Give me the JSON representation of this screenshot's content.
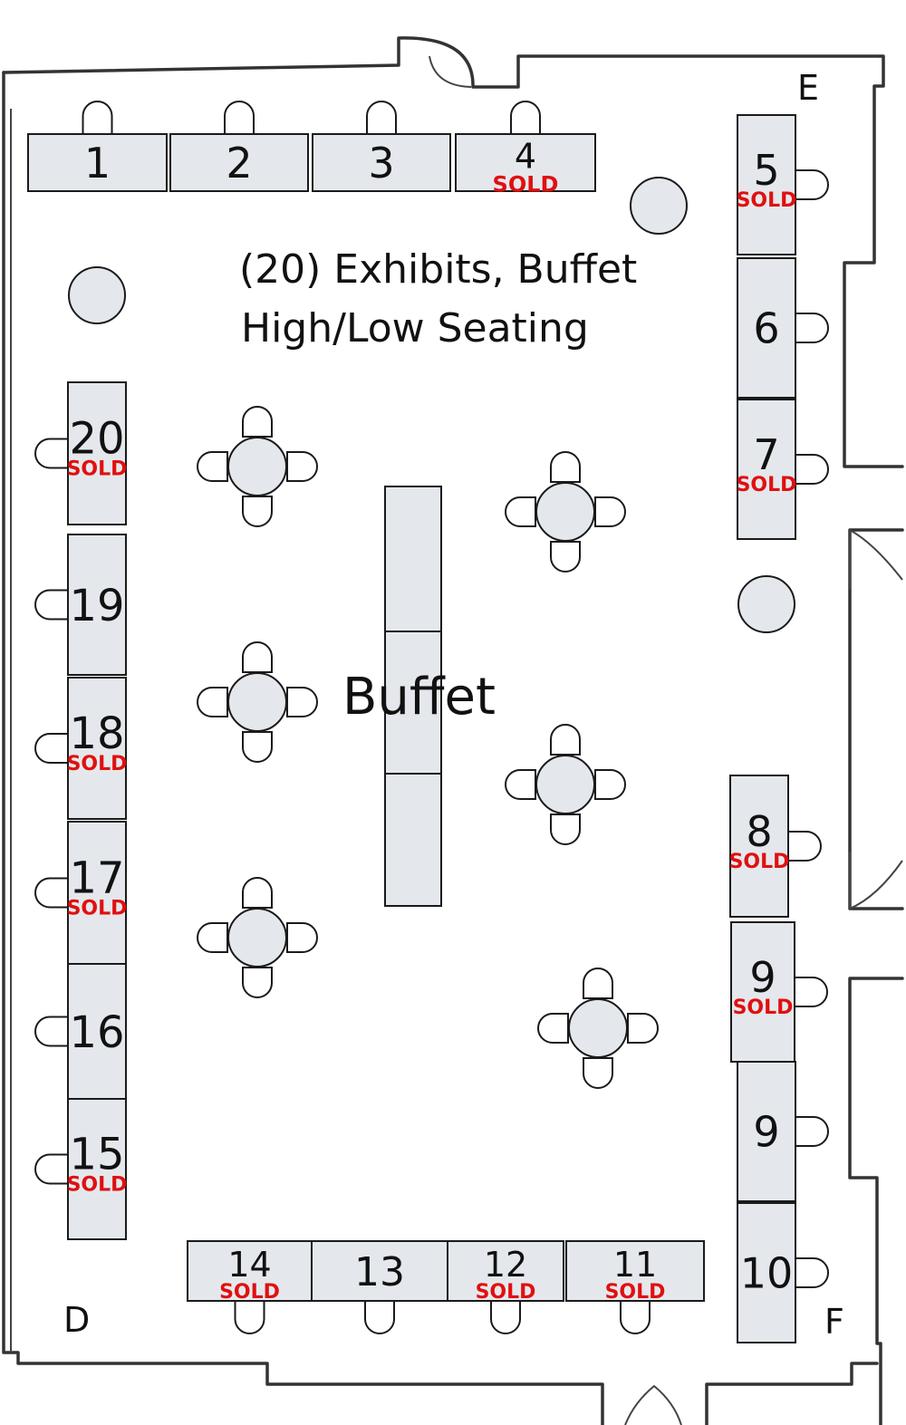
{
  "title": {
    "line1": "(20) Exhibits, Buffet",
    "line2": "High/Low Seating"
  },
  "buffet_label": "Buffet",
  "corner_labels": {
    "e": "E",
    "d": "D",
    "f": "F"
  },
  "sold_label": "SOLD",
  "booths": [
    {
      "id": "1",
      "sold": false
    },
    {
      "id": "2",
      "sold": false
    },
    {
      "id": "3",
      "sold": false
    },
    {
      "id": "4",
      "sold": true
    },
    {
      "id": "5",
      "sold": true
    },
    {
      "id": "6",
      "sold": false
    },
    {
      "id": "7",
      "sold": true
    },
    {
      "id": "8",
      "sold": true
    },
    {
      "id": "9",
      "sold": true
    },
    {
      "id": "9",
      "sold": false
    },
    {
      "id": "10",
      "sold": false
    },
    {
      "id": "11",
      "sold": true
    },
    {
      "id": "12",
      "sold": true
    },
    {
      "id": "13",
      "sold": false
    },
    {
      "id": "14",
      "sold": true
    },
    {
      "id": "15",
      "sold": true
    },
    {
      "id": "16",
      "sold": false
    },
    {
      "id": "17",
      "sold": true
    },
    {
      "id": "18",
      "sold": true
    },
    {
      "id": "19",
      "sold": false
    },
    {
      "id": "20",
      "sold": true
    }
  ]
}
